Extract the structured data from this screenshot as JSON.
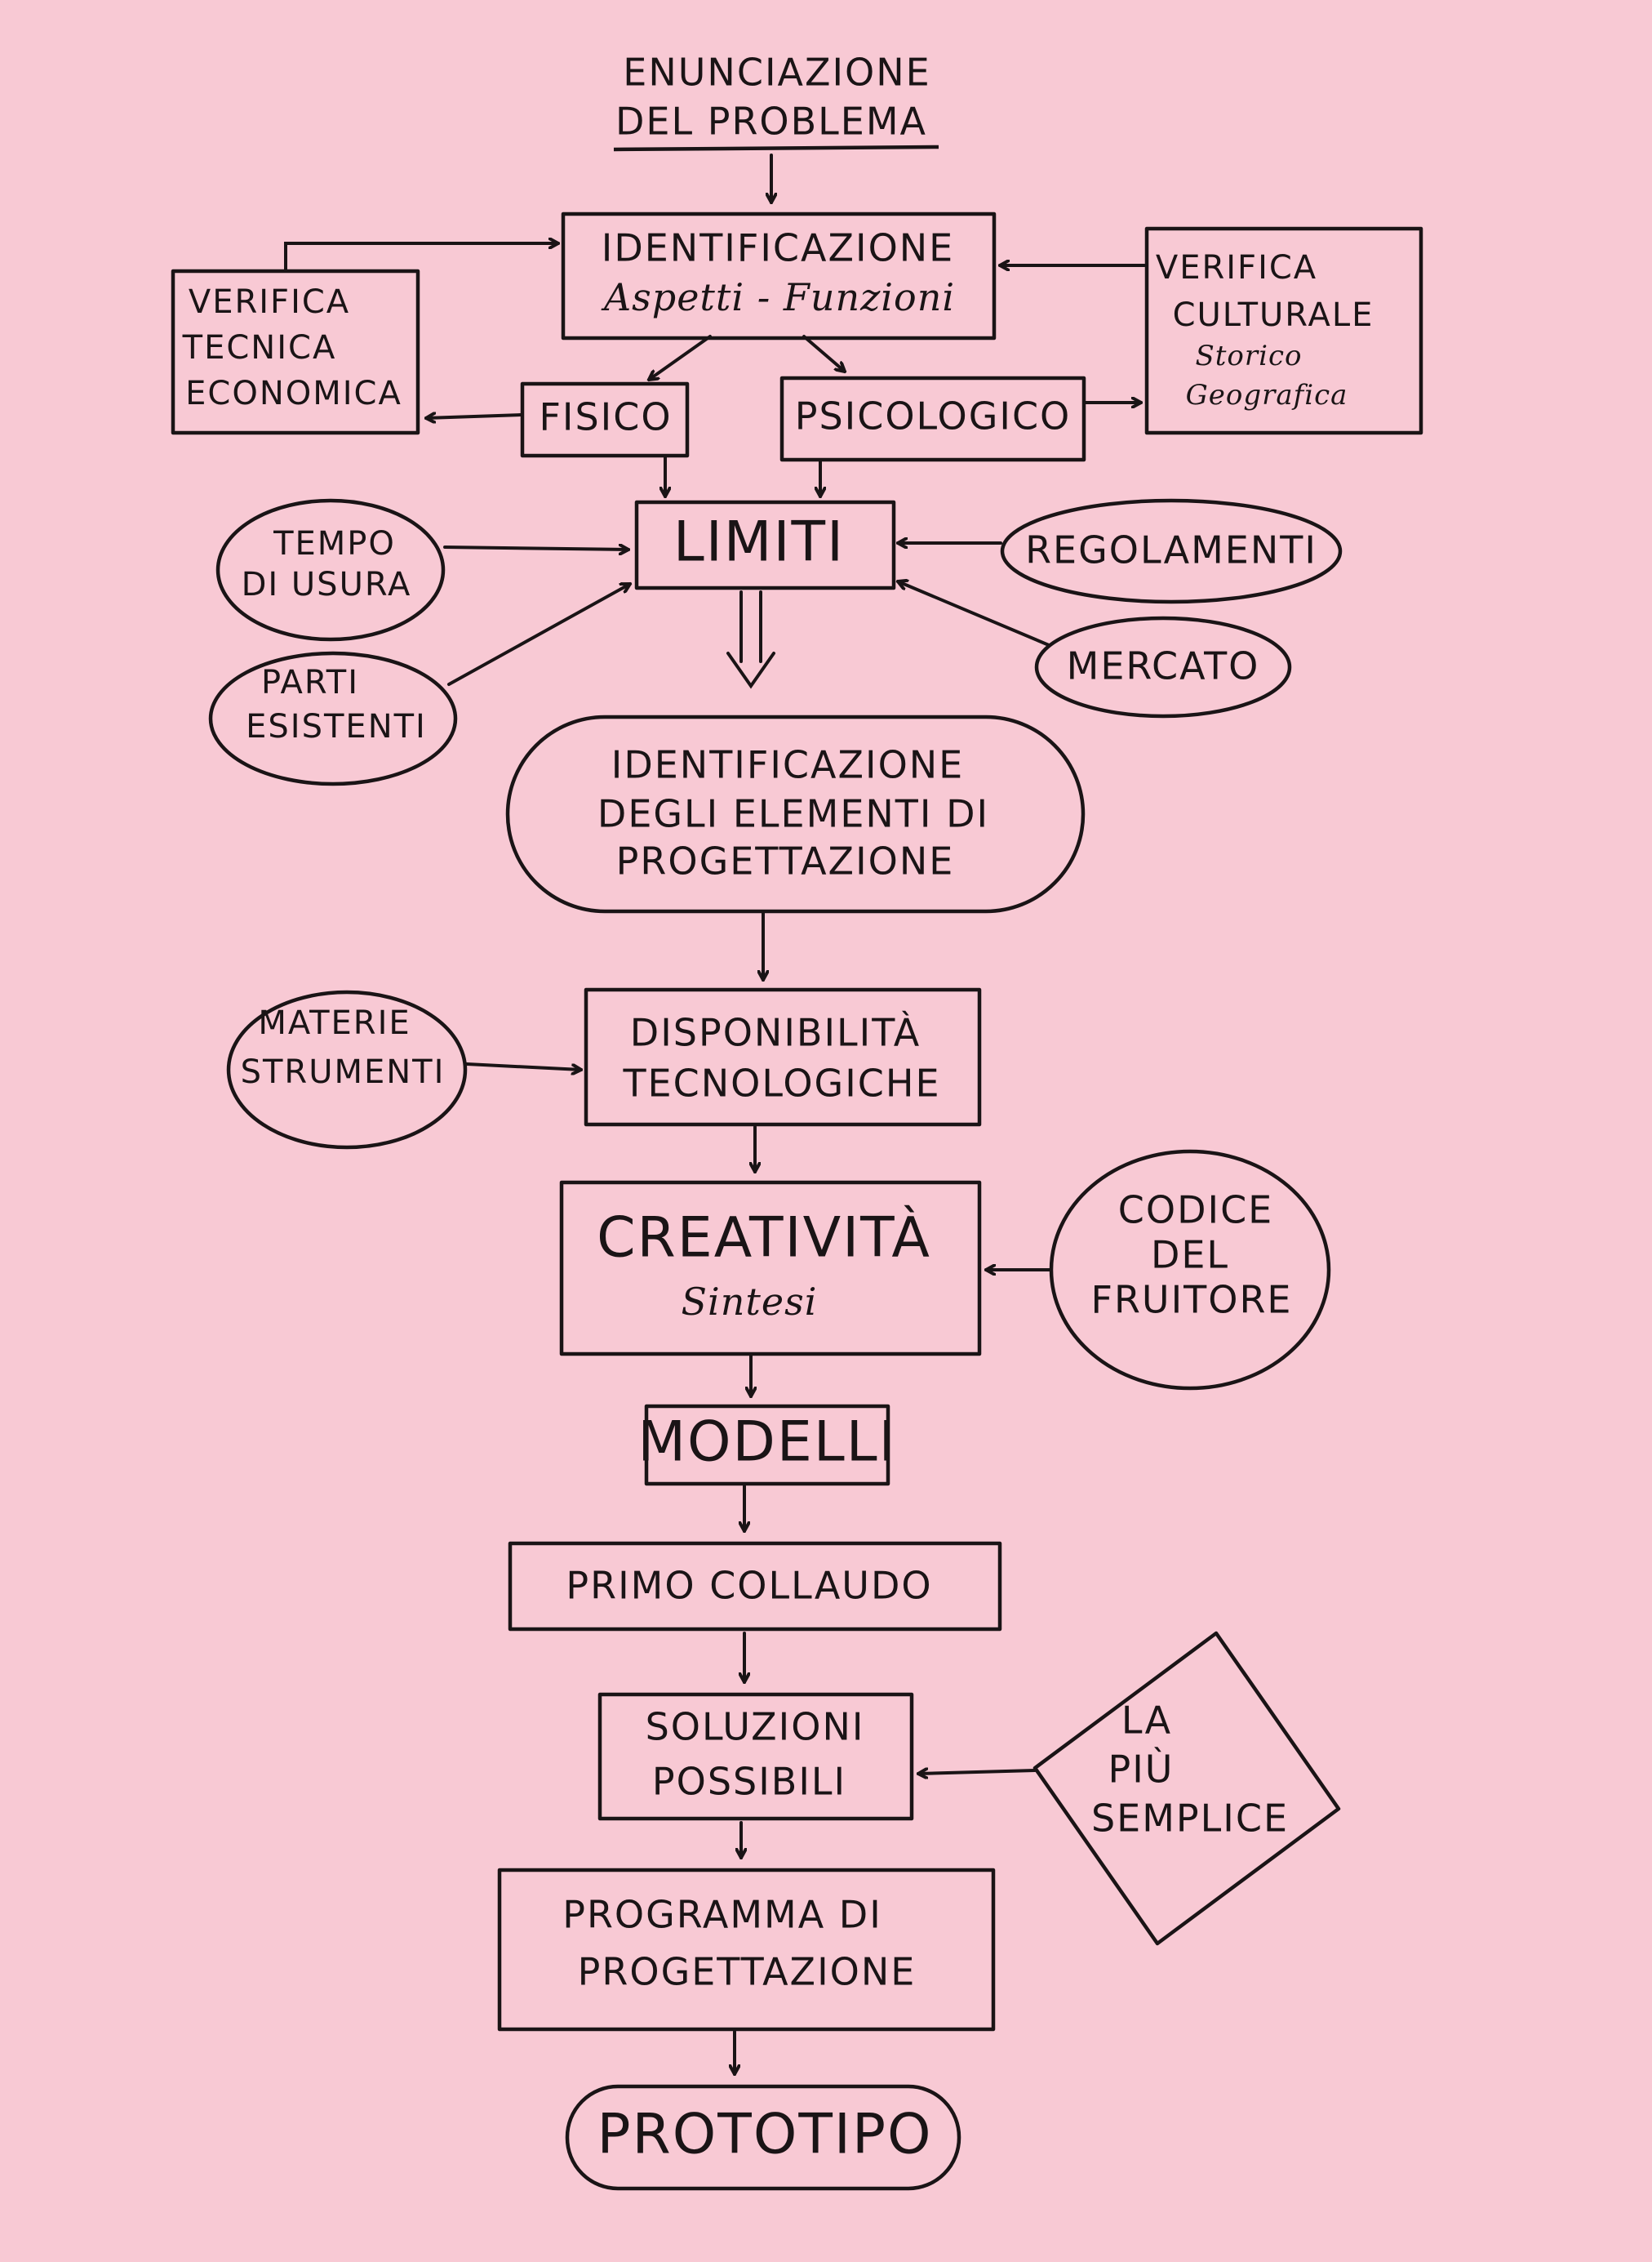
{
  "title": {
    "line1": "ENUNCIAZIONE",
    "line2": "DEL PROBLEMA"
  },
  "identificazione": {
    "line1": "IDENTIFICAZIONE",
    "line2": "Aspetti - Funzioni"
  },
  "verifica_tecnica": {
    "line1": "VERIFICA",
    "line2": "TECNICA",
    "line3": "ECONOMICA"
  },
  "verifica_culturale": {
    "line1": "VERIFICA",
    "line2": "CULTURALE",
    "line3": "Storico",
    "line4": "Geografica"
  },
  "fisico": "FISICO",
  "psicologico": "PSICOLOGICO",
  "limiti": "LIMITI",
  "tempo_di_usura": {
    "line1": "TEMPO",
    "line2": "DI USURA"
  },
  "parti_esistenti": {
    "line1": "PARTI",
    "line2": "ESISTENTI"
  },
  "regolamenti": "REGOLAMENTI",
  "mercato": "MERCATO",
  "identificazione_elementi": {
    "line1": "IDENTIFICAZIONE",
    "line2": "DEGLI ELEMENTI DI",
    "line3": "PROGETTAZIONE"
  },
  "materie_strumenti": {
    "line1": "MATERIE",
    "line2": "STRUMENTI"
  },
  "disponibilita": {
    "line1": "DISPONIBILITÀ",
    "line2": "TECNOLOGICHE"
  },
  "creativita": {
    "line1": "CREATIVITÀ",
    "line2": "Sintesi"
  },
  "codice_fruitore": {
    "line1": "CODICE",
    "line2": "DEL",
    "line3": "FRUITORE"
  },
  "modelli": "MODELLI",
  "primo_collaudo": "PRIMO COLLAUDO",
  "soluzioni_possibili": {
    "line1": "SOLUZIONI",
    "line2": "POSSIBILI"
  },
  "la_piu_semplice": {
    "line1": "LA",
    "line2": "PIÙ",
    "line3": "SEMPLICE"
  },
  "programma": {
    "line1": "PROGRAMMA DI",
    "line2": "PROGETTAZIONE"
  },
  "prototipo": "PROTOTIPO"
}
